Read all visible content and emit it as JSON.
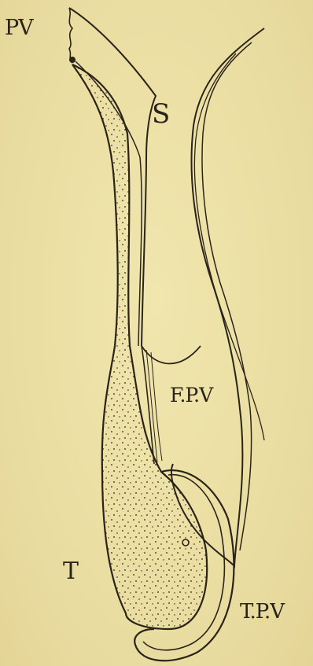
{
  "figure": {
    "background_color": "#ece0a4",
    "ink_color": "#2a2418",
    "labels": {
      "pv": "PV",
      "s": "S",
      "fpv": "F.P.V",
      "t": "T",
      "tpv": "T.P.V"
    }
  }
}
